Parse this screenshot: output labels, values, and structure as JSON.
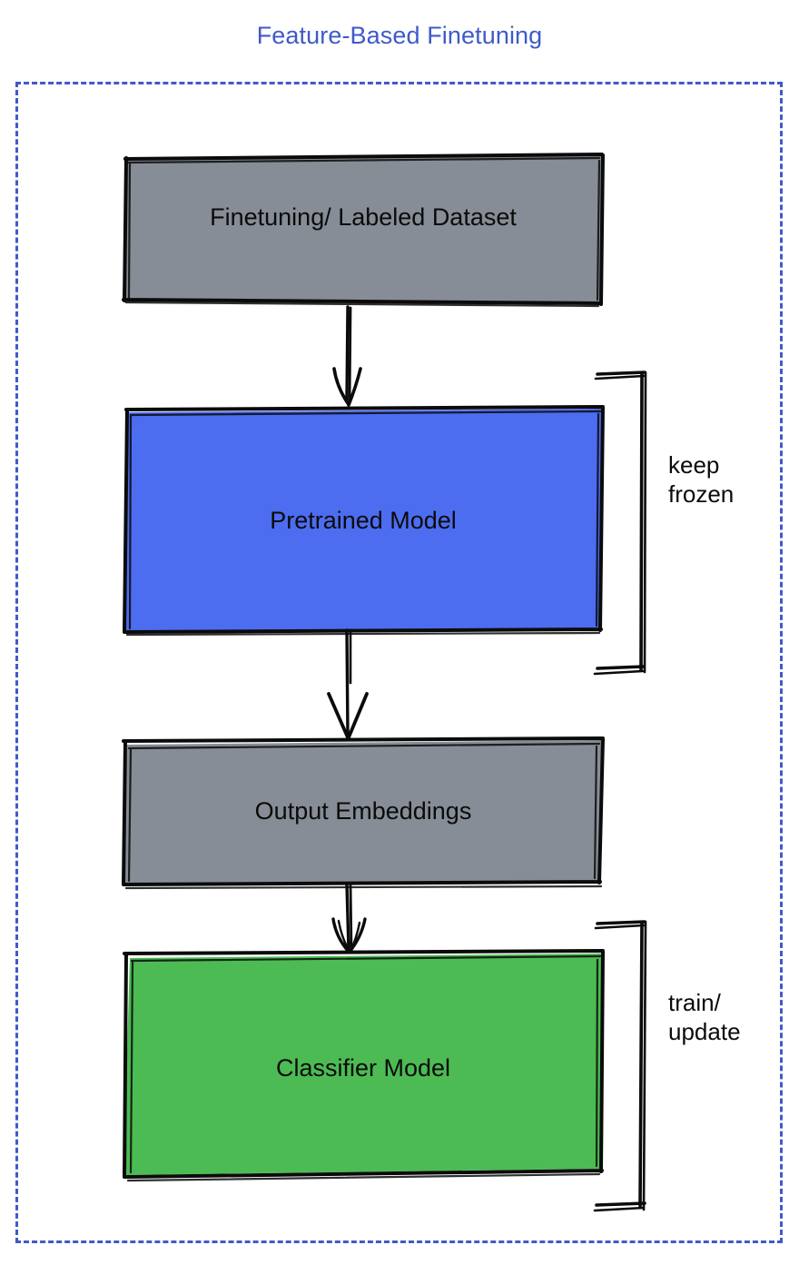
{
  "title": "Feature-Based Finetuning",
  "colors": {
    "accent_blue": "#3f5ac8",
    "node_blue": "#4c6df0",
    "node_green": "#4cbb53",
    "node_gray": "#868d96",
    "stroke": "#0b0b0b",
    "background": "#ffffff"
  },
  "frame": {
    "style": "dashed",
    "color": "#3f5ac8"
  },
  "nodes": [
    {
      "id": "dataset",
      "label": "Finetuning/ Labeled Dataset",
      "fill": "#868d96"
    },
    {
      "id": "pretrained",
      "label": "Pretrained Model",
      "fill": "#4c6df0"
    },
    {
      "id": "embeddings",
      "label": "Output Embeddings",
      "fill": "#868d96"
    },
    {
      "id": "classifier",
      "label": "Classifier Model",
      "fill": "#4cbb53"
    }
  ],
  "arrows": [
    {
      "id": "dataset-to-pretrained",
      "from": "dataset",
      "to": "pretrained"
    },
    {
      "id": "pretrained-to-embeddings",
      "from": "pretrained",
      "to": "embeddings"
    },
    {
      "id": "embeddings-to-classifier",
      "from": "embeddings",
      "to": "classifier"
    }
  ],
  "annotations": [
    {
      "id": "frozen",
      "label": "keep\nfrozen",
      "target": "pretrained"
    },
    {
      "id": "train",
      "label": "train/\nupdate",
      "target": "classifier"
    }
  ]
}
